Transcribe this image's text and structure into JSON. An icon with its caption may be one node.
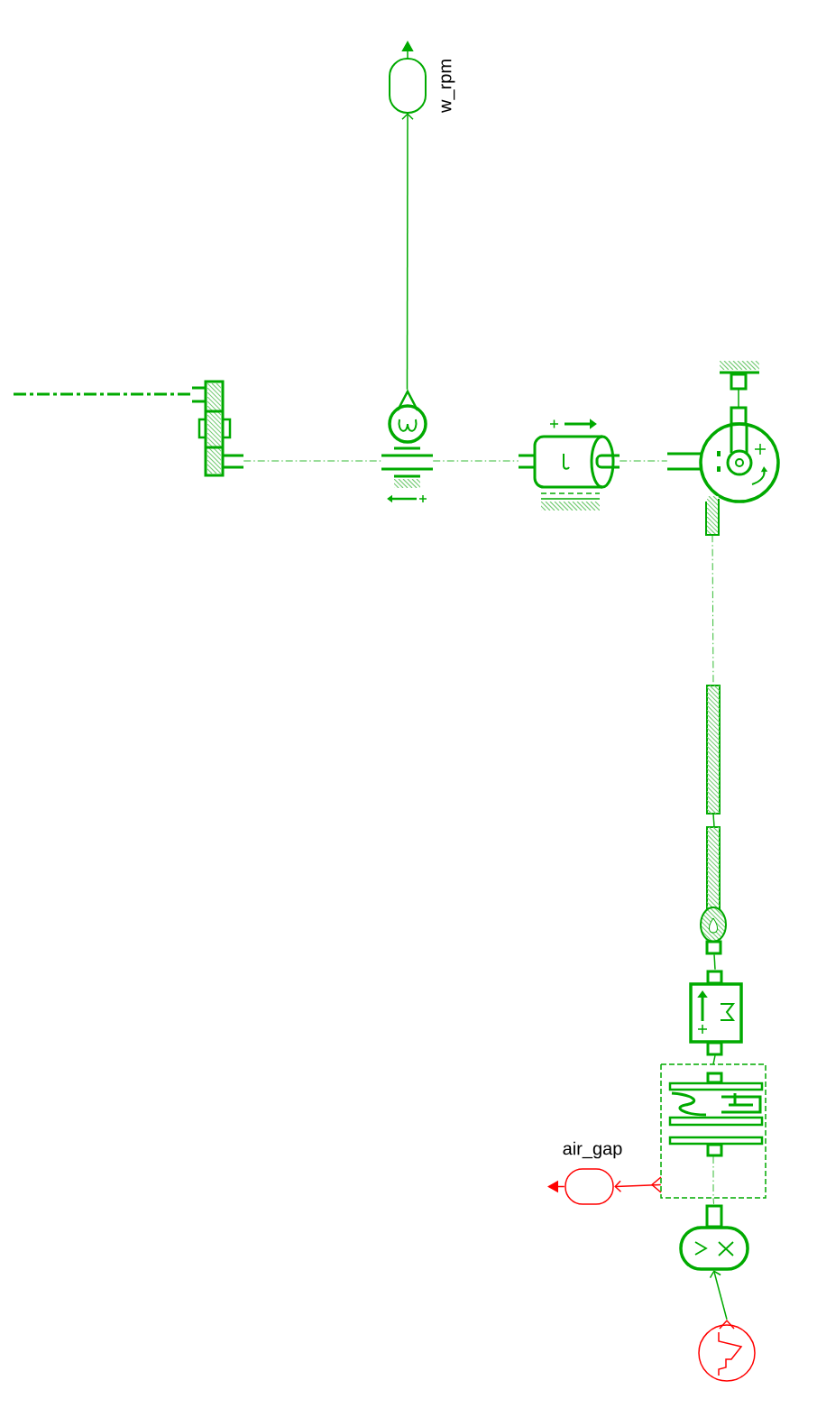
{
  "diagram": {
    "nodes": [
      {
        "text": [],
        "shape": "oval",
        "beside": [
          "w_rpm"
        ]
      },
      {
        "text": [],
        "shape": "box"
      },
      {
        "text": [],
        "shape": "circle"
      },
      {
        "text": [],
        "shape": "cylinder"
      },
      {
        "text": [],
        "shape": "circle"
      },
      {
        "text": [],
        "shape": "bar"
      },
      {
        "text": [],
        "shape": "bar"
      },
      {
        "text": [],
        "shape": "box"
      },
      {
        "text": [],
        "shape": "box"
      },
      {
        "text": [],
        "shape": "oval"
      },
      {
        "text": [],
        "shape": "oval",
        "beside": [
          "air_gap"
        ]
      },
      {
        "text": [],
        "shape": "circle"
      }
    ],
    "edges": [
      {
        "from": 2,
        "to": 0,
        "arrow": "to"
      },
      {
        "from": 0,
        "to": null,
        "arrow": "to"
      },
      {
        "from": null,
        "to": 1,
        "arrow": "none",
        "style": "dashed"
      },
      {
        "from": 1,
        "to": 2,
        "arrow": "none",
        "style": "dashed"
      },
      {
        "from": 2,
        "to": 3,
        "arrow": "none",
        "style": "dashed"
      },
      {
        "from": 3,
        "to": 4,
        "arrow": "none",
        "style": "dashed"
      },
      {
        "from": 4,
        "to": 5,
        "arrow": "none",
        "style": "dashed"
      },
      {
        "from": 5,
        "to": 6,
        "arrow": "none"
      },
      {
        "from": 6,
        "to": 7,
        "arrow": "none"
      },
      {
        "from": 7,
        "to": 8,
        "arrow": "none"
      },
      {
        "from": 8,
        "to": 9,
        "arrow": "none",
        "style": "dashed"
      },
      {
        "from": 8,
        "to": 10,
        "arrow": "to",
        "color": "#ff0000"
      },
      {
        "from": 10,
        "to": null,
        "arrow": "to",
        "color": "#ff0000"
      },
      {
        "from": 11,
        "to": 9,
        "arrow": "to"
      }
    ]
  }
}
